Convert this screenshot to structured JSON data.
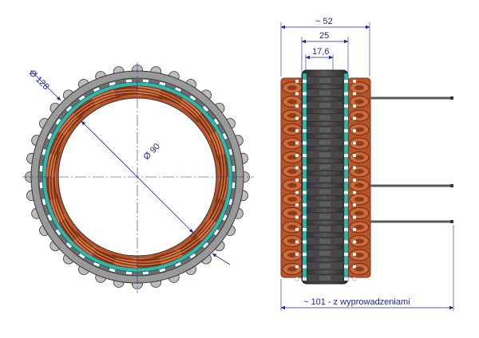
{
  "labels": {
    "outer_diameter": "Ø 128",
    "inner_diameter": "Ø 90",
    "width_total": "~ 52",
    "width_core": "25",
    "width_inner": "17,6",
    "length_total": "~ 101  -  z wyprowadzeniami"
  },
  "colors": {
    "dimension": "#1d2a8c",
    "copper": "#b9542a",
    "copper_dark": "#7a3317",
    "teal": "#2fb7b0",
    "steel": "#3c3c3c",
    "housing": "#8f8f8f",
    "lead_wire": "#5a5a5a"
  }
}
